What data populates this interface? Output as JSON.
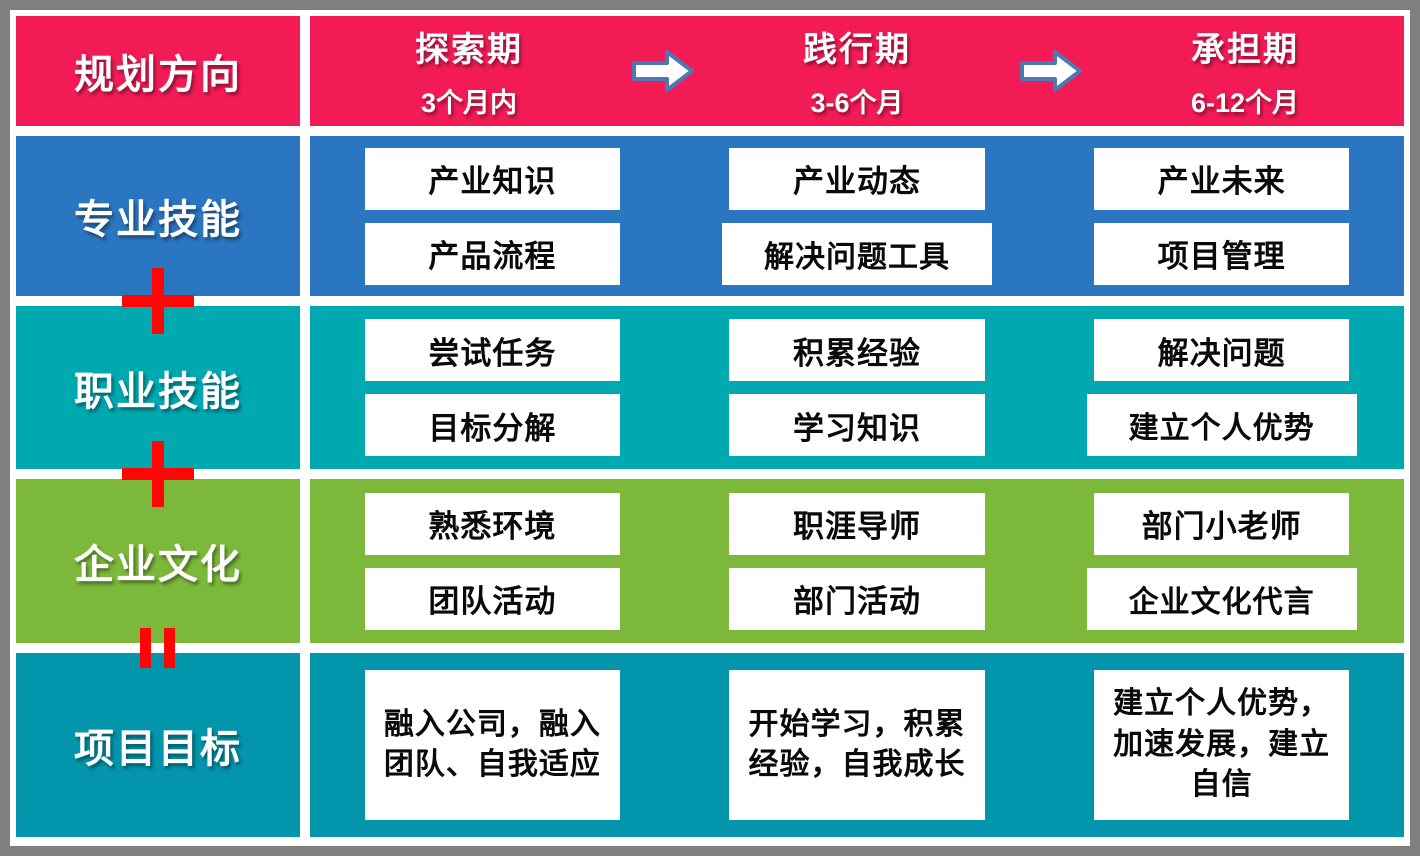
{
  "header": {
    "row_label": "规划方向",
    "phases": [
      {
        "title": "探索期",
        "duration": "3个月内"
      },
      {
        "title": "践行期",
        "duration": "3-6个月"
      },
      {
        "title": "承担期",
        "duration": "6-12个月"
      }
    ]
  },
  "rows": [
    {
      "label": "专业技能",
      "color": "#2B76C0",
      "operator_after": "+",
      "cells": [
        [
          "产业知识",
          "产品流程"
        ],
        [
          "产业动态",
          "解决问题工具"
        ],
        [
          "产业未来",
          "项目管理"
        ]
      ]
    },
    {
      "label": "职业技能",
      "color": "#00A8B0",
      "operator_after": "+",
      "cells": [
        [
          "尝试任务",
          "目标分解"
        ],
        [
          "积累经验",
          "学习知识"
        ],
        [
          "解决问题",
          "建立个人优势"
        ]
      ]
    },
    {
      "label": "企业文化",
      "color": "#7CB83A",
      "operator_after": "=",
      "cells": [
        [
          "熟悉环境",
          "团队活动"
        ],
        [
          "职涯导师",
          "部门活动"
        ],
        [
          "部门小老师",
          "企业文化代言"
        ]
      ]
    },
    {
      "label": "项目目标",
      "color": "#0295AC",
      "operator_after": null,
      "cells": [
        [
          "融入公司，融入团队、自我适应"
        ],
        [
          "开始学习，积累经验，自我成长"
        ],
        [
          "建立个人优势，加速发展，建立自信"
        ]
      ]
    }
  ],
  "icons": {
    "right_arrow": "right-arrow",
    "plus": "+",
    "equals": "="
  },
  "colors": {
    "header_pink": "#F21B55",
    "row_blue": "#2B76C0",
    "row_teal": "#00A8B0",
    "row_green": "#7CB83A",
    "row_dark_teal": "#0295AC",
    "operator_red": "#FF0505",
    "arrow_border": "#4E79B0",
    "frame_gray": "#7F7F7F",
    "box_white": "#FFFFFF"
  }
}
